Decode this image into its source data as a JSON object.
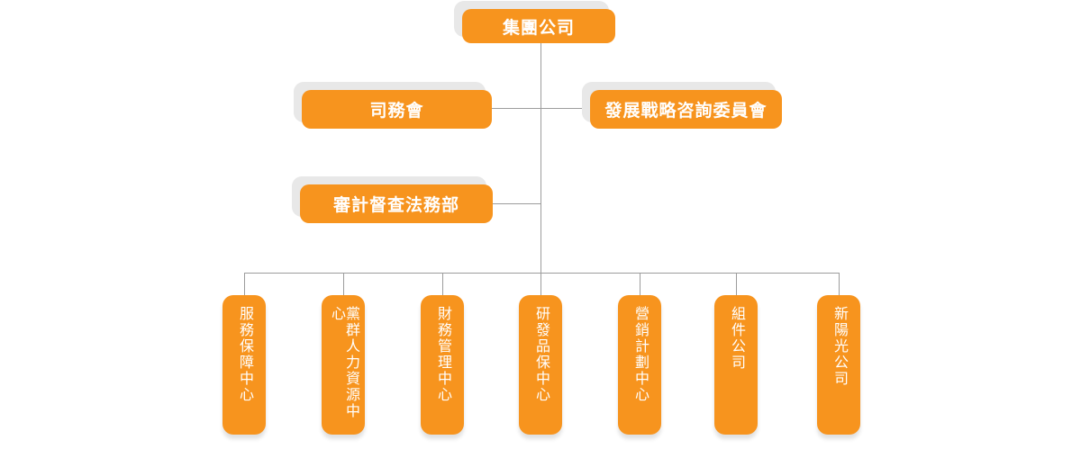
{
  "palette": {
    "node_fill": "#f7941e",
    "node_text": "#ffffff",
    "node_shadow": "#e8e8e8",
    "connector": "#9c9c9c",
    "background": "#ffffff"
  },
  "org_chart": {
    "root": {
      "label": "集團公司"
    },
    "committees": [
      {
        "label": "司務會"
      },
      {
        "label": "發展戰略咨詢委員會"
      }
    ],
    "staff_department": {
      "label": "審計督查法務部"
    },
    "departments": [
      {
        "label": "服務保障中心"
      },
      {
        "label": "黨群人力資源中心"
      },
      {
        "label": "財務管理中心"
      },
      {
        "label": "研發品保中心"
      },
      {
        "label": "營銷計劃中心"
      },
      {
        "label": "組件公司"
      },
      {
        "label": "新陽光公司"
      }
    ]
  }
}
